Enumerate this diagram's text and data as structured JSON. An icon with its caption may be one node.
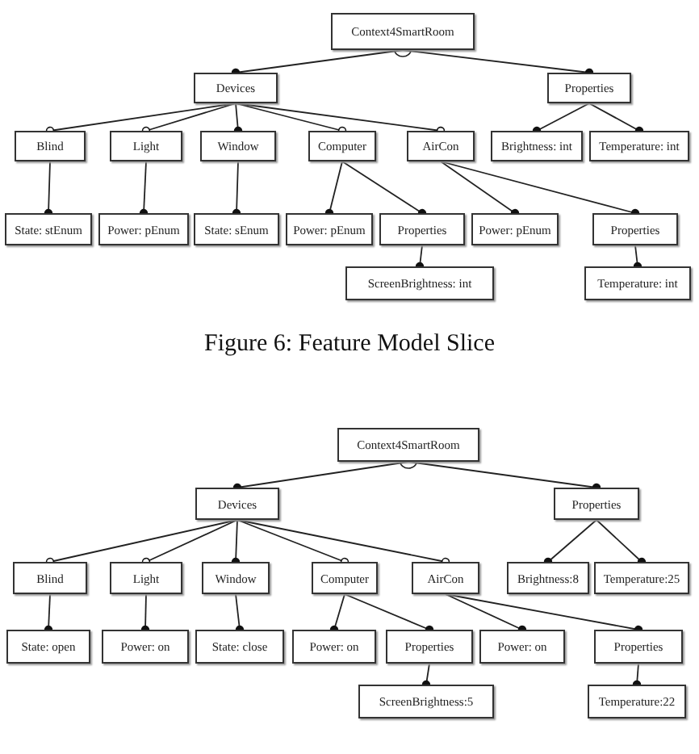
{
  "diagram": {
    "caption": "Figure 6: Feature Model Slice",
    "nodes": [
      {
        "text": [
          "Context4SmartRoom"
        ]
      },
      {
        "text": [
          "Devices"
        ]
      },
      {
        "text": [
          "Properties"
        ]
      },
      {
        "text": [
          "Blind"
        ]
      },
      {
        "text": [
          "Light"
        ]
      },
      {
        "text": [
          "Window"
        ]
      },
      {
        "text": [
          "Computer"
        ]
      },
      {
        "text": [
          "AirCon"
        ]
      },
      {
        "text": [
          "Brightness: int"
        ]
      },
      {
        "text": [
          "Temperature: int"
        ]
      },
      {
        "text": [
          "State: stEnum"
        ]
      },
      {
        "text": [
          "Power: pEnum"
        ]
      },
      {
        "text": [
          "State: sEnum"
        ]
      },
      {
        "text": [
          "Power: pEnum"
        ]
      },
      {
        "text": [
          "Properties"
        ]
      },
      {
        "text": [
          "Power: pEnum"
        ]
      },
      {
        "text": [
          "Properties"
        ]
      },
      {
        "text": [
          "ScreenBrightness: int"
        ]
      },
      {
        "text": [
          "Temperature: int"
        ]
      },
      {
        "text": [
          "Context4SmartRoom"
        ]
      },
      {
        "text": [
          "Devices"
        ]
      },
      {
        "text": [
          "Properties"
        ]
      },
      {
        "text": [
          "Blind"
        ]
      },
      {
        "text": [
          "Light"
        ]
      },
      {
        "text": [
          "Window"
        ]
      },
      {
        "text": [
          "Computer"
        ]
      },
      {
        "text": [
          "AirCon"
        ]
      },
      {
        "text": [
          "Brightness:8"
        ]
      },
      {
        "text": [
          "Temperature:25"
        ]
      },
      {
        "text": [
          "State: open"
        ]
      },
      {
        "text": [
          "Power: on"
        ]
      },
      {
        "text": [
          "State: close"
        ]
      },
      {
        "text": [
          "Power: on"
        ]
      },
      {
        "text": [
          "Properties"
        ]
      },
      {
        "text": [
          "Power: on"
        ]
      },
      {
        "text": [
          "Properties"
        ]
      },
      {
        "text": [
          "ScreenBrightness:5"
        ]
      },
      {
        "text": [
          "Temperature:22"
        ]
      }
    ],
    "edges": [
      {
        "from": 0,
        "to": 1,
        "arrow": "other"
      },
      {
        "from": 0,
        "to": 2,
        "arrow": "other"
      },
      {
        "from": 1,
        "to": 3,
        "arrow": "other"
      },
      {
        "from": 1,
        "to": 4,
        "arrow": "other"
      },
      {
        "from": 1,
        "to": 5,
        "arrow": "other"
      },
      {
        "from": 1,
        "to": 6,
        "arrow": "other"
      },
      {
        "from": 1,
        "to": 7,
        "arrow": "other"
      },
      {
        "from": 2,
        "to": 8,
        "arrow": "other"
      },
      {
        "from": 2,
        "to": 9,
        "arrow": "other"
      },
      {
        "from": 3,
        "to": 10,
        "arrow": "other"
      },
      {
        "from": 4,
        "to": 11,
        "arrow": "other"
      },
      {
        "from": 5,
        "to": 12,
        "arrow": "other"
      },
      {
        "from": 6,
        "to": 13,
        "arrow": "other"
      },
      {
        "from": 6,
        "to": 14,
        "arrow": "other"
      },
      {
        "from": 7,
        "to": 15,
        "arrow": "other"
      },
      {
        "from": 7,
        "to": 16,
        "arrow": "other"
      },
      {
        "from": 14,
        "to": 17,
        "arrow": "other"
      },
      {
        "from": 16,
        "to": 18,
        "arrow": "other"
      },
      {
        "from": 19,
        "to": 20,
        "arrow": "other"
      },
      {
        "from": 19,
        "to": 21,
        "arrow": "other"
      },
      {
        "from": 20,
        "to": 22,
        "arrow": "other"
      },
      {
        "from": 20,
        "to": 23,
        "arrow": "other"
      },
      {
        "from": 20,
        "to": 24,
        "arrow": "other"
      },
      {
        "from": 20,
        "to": 25,
        "arrow": "other"
      },
      {
        "from": 20,
        "to": 26,
        "arrow": "other"
      },
      {
        "from": 21,
        "to": 27,
        "arrow": "other"
      },
      {
        "from": 21,
        "to": 28,
        "arrow": "other"
      },
      {
        "from": 22,
        "to": 29,
        "arrow": "other"
      },
      {
        "from": 23,
        "to": 30,
        "arrow": "other"
      },
      {
        "from": 24,
        "to": 31,
        "arrow": "other"
      },
      {
        "from": 25,
        "to": 32,
        "arrow": "other"
      },
      {
        "from": 25,
        "to": 33,
        "arrow": "other"
      },
      {
        "from": 26,
        "to": 34,
        "arrow": "other"
      },
      {
        "from": 26,
        "to": 35,
        "arrow": "other"
      },
      {
        "from": 33,
        "to": 36,
        "arrow": "other"
      },
      {
        "from": 35,
        "to": 37,
        "arrow": "other"
      }
    ]
  }
}
